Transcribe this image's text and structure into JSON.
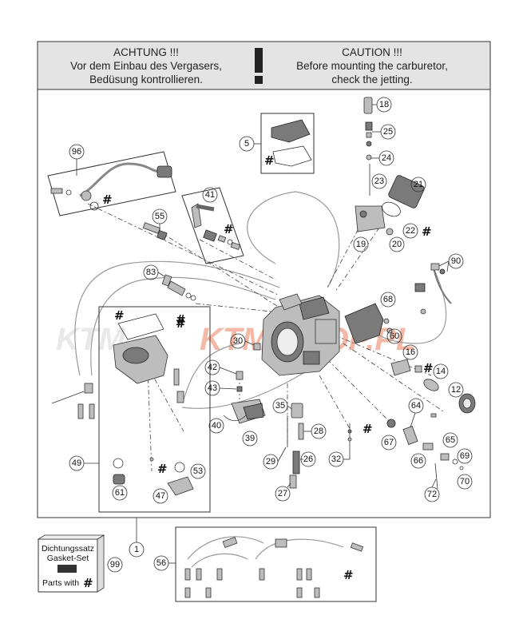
{
  "header": {
    "left_title": "ACHTUNG !!!",
    "left_line1": "Vor dem Einbau des Vergasers,",
    "left_line2": "Bedüsung kontrollieren.",
    "right_title": "CAUTION !!!",
    "right_line1": "Before mounting the carburetor,",
    "right_line2": "check the jetting."
  },
  "watermark": {
    "text": "KTM-SHOP.PL",
    "color": "#e8643c"
  },
  "callouts": [
    "1",
    "5",
    "12",
    "14",
    "16",
    "18",
    "19",
    "20",
    "21",
    "22",
    "23",
    "24",
    "25",
    "26",
    "27",
    "28",
    "29",
    "30",
    "32",
    "35",
    "39",
    "40",
    "41",
    "42",
    "43",
    "47",
    "49",
    "53",
    "55",
    "56",
    "60",
    "61",
    "64",
    "65",
    "66",
    "67",
    "68",
    "69",
    "70",
    "72",
    "83",
    "90",
    "96",
    "99"
  ],
  "gasket_box": {
    "line1": "Dichtungssatz",
    "line2": "Gasket-Set",
    "line3": "Parts with",
    "symbol": "#"
  },
  "symbols": {
    "hash": "#",
    "exclamation": "!"
  }
}
